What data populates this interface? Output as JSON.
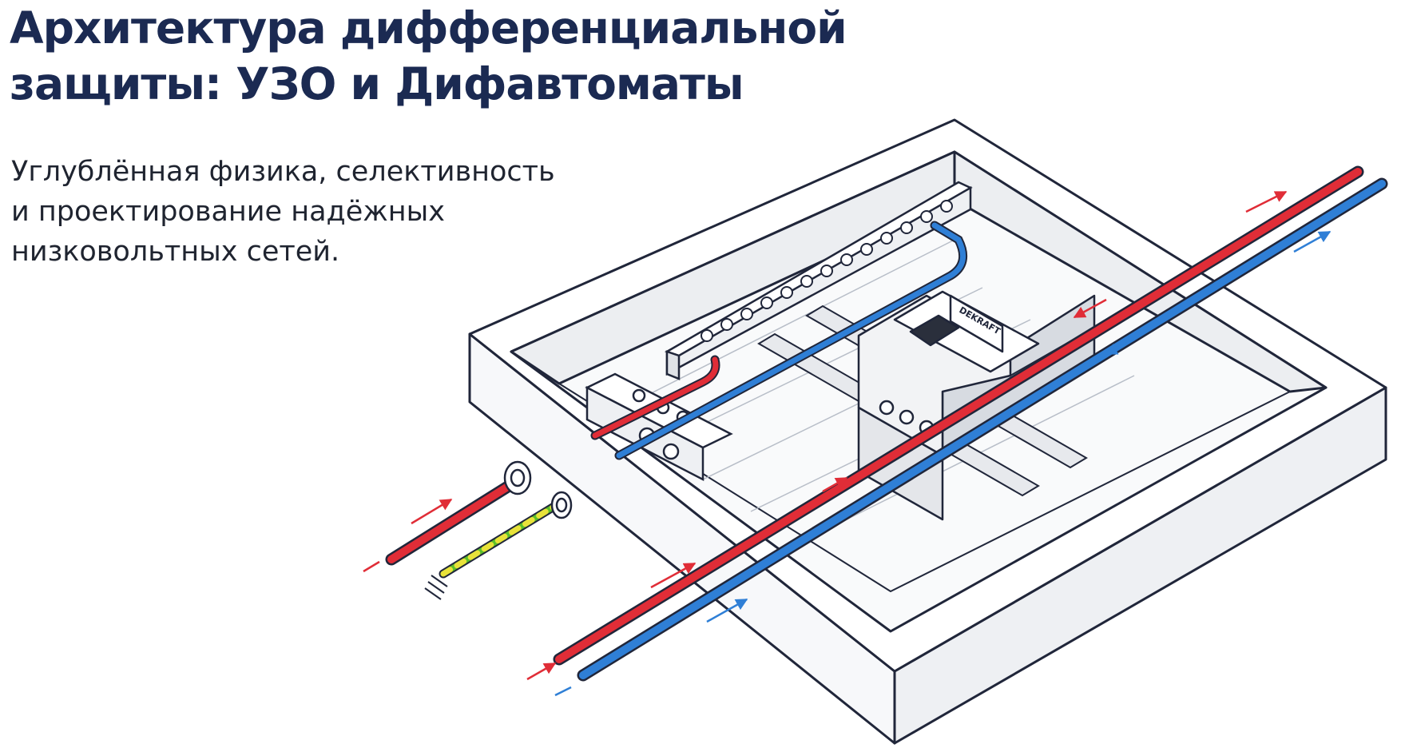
{
  "header": {
    "title_line_1": "Архитектура дифференциальной",
    "title_line_2": "защиты: УЗО и Дифавтоматы"
  },
  "subtitle": {
    "line_1": "Углублённая физика, селективность",
    "line_2": "и проектирование надёжных",
    "line_3": "низковольтных сетей."
  },
  "device_label": {
    "brand": "DEKRAFT"
  },
  "colors": {
    "title": "#1b2a52",
    "phase_wire": "#e02d37",
    "neutral_wire": "#2f7fd6",
    "earth_wire_green": "#5cbf2a",
    "earth_wire_yellow": "#e8e23a",
    "outline": "#20263a"
  }
}
